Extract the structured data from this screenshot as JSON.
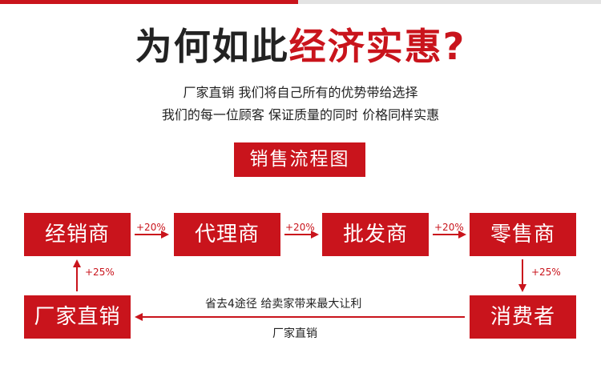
{
  "headline": {
    "plain": "为何如此",
    "accent": "经济实惠?"
  },
  "subtitle_line1": "厂家直销 我们将自己所有的优势带给选择",
  "subtitle_line2": "我们的每一位顾客 保证质量的同时 价格同样实惠",
  "section_label": "销售流程图",
  "flow": {
    "nodes": [
      "经销商",
      "代理商",
      "批发商",
      "零售商",
      "消费者",
      "厂家直销"
    ],
    "markups": [
      "+20%",
      "+20%",
      "+20%",
      "+25%",
      "+25%"
    ],
    "bottom_label_top": "省去4途径 给卖家带来最大让利",
    "bottom_label_bottom": "厂家直销"
  },
  "colors": {
    "accent": "#c9141c",
    "text": "#222222",
    "top_bar_gray": "#e3e3e3"
  }
}
